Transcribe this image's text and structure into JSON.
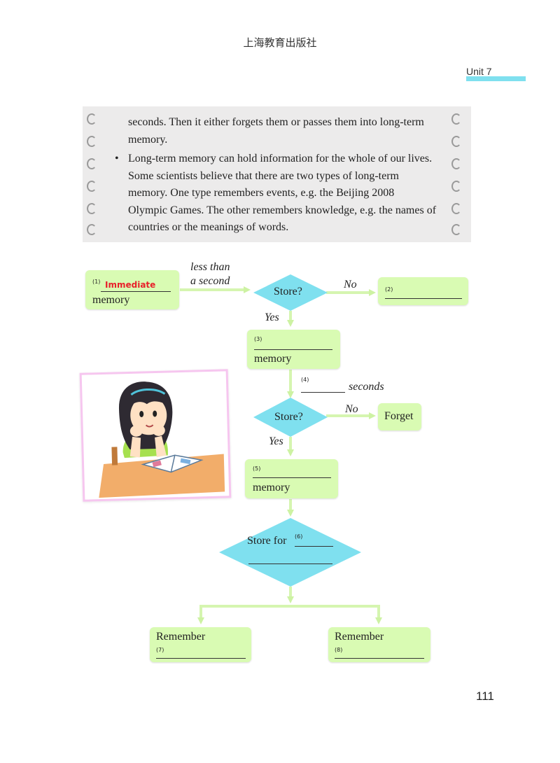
{
  "header": {
    "publisher": "上海教育出版社",
    "unit": "Unit 7"
  },
  "note": {
    "line1": "seconds. Then it either forgets them or passes them into long-term memory.",
    "bullet": "•",
    "para2": "Long-term memory can hold information for the whole of our lives. Some scientists believe that there are two types of long-term memory. One type remembers events, e.g. the Beijing 2008 Olympic Games. The other remembers knowledge, e.g. the names of countries or the meanings of words."
  },
  "flow": {
    "box1": {
      "num": "(1)",
      "answer": "Immediate",
      "word": "memory"
    },
    "edge1_label_line1": "less than",
    "edge1_label_line2": "a second",
    "decision1": "Store?",
    "no1": "No",
    "box2": {
      "num": "(2)"
    },
    "yes1": "Yes",
    "box3": {
      "num": "(3)",
      "word": "memory"
    },
    "edge3": {
      "num": "(4)",
      "label": "seconds"
    },
    "decision2": "Store?",
    "no2": "No",
    "forget": "Forget",
    "yes2": "Yes",
    "box5": {
      "num": "(5)",
      "word": "memory"
    },
    "decision3": {
      "text": "Store for",
      "num": "(6)"
    },
    "box7": {
      "word": "Remember",
      "num": "(7)"
    },
    "box8": {
      "word": "Remember",
      "num": "(8)"
    }
  },
  "footer": {
    "page_number": "111"
  },
  "colors": {
    "box_fill": "#d9fbb3",
    "diamond_fill": "#7fe0ef",
    "arrow": "#d5f5b0",
    "unit_bar": "#7fe0ef",
    "note_bg": "#ecebeb"
  },
  "icons": {
    "note_binding": "spiral-rings",
    "illustration": "girl-reading-book"
  }
}
